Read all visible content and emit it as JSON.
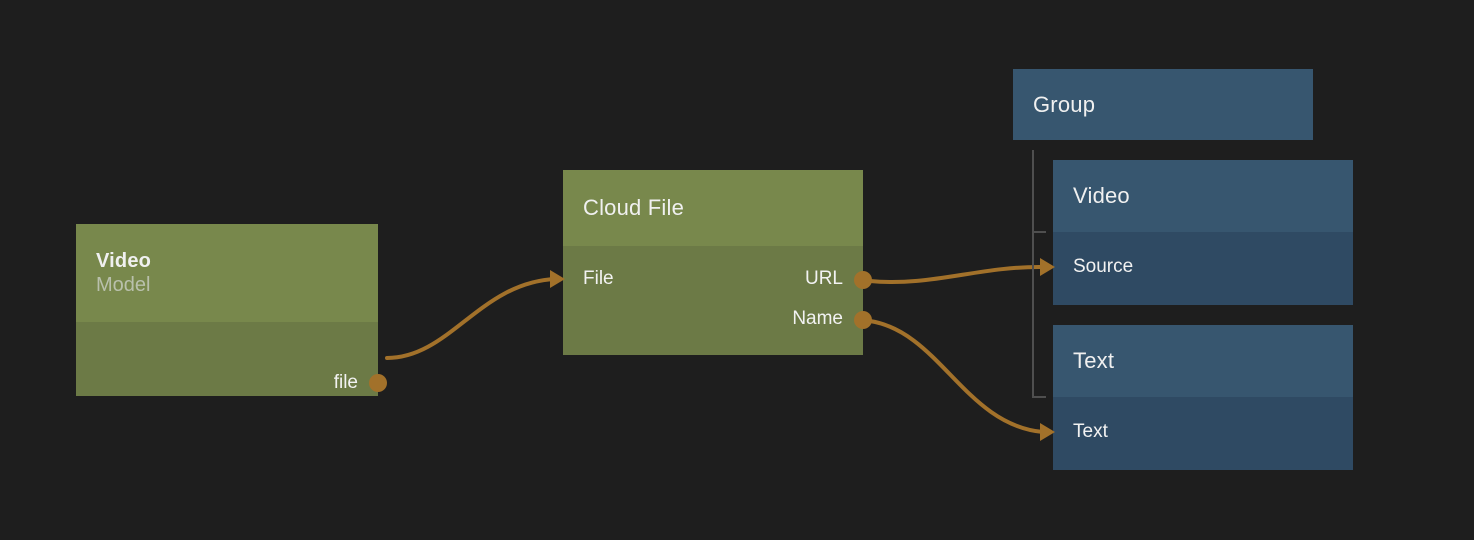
{
  "canvas": {
    "background": "#1e1e1e",
    "wire_color": "#a2712a",
    "group_line_color": "#4f4f4f"
  },
  "palette": {
    "green_header": "#78884c",
    "green_body": "#6c7a46",
    "blue_header": "#37566f",
    "blue_body": "#2f4a63",
    "port": "#a2712a",
    "text": "#f0f0f0",
    "subtext": "#b9c0ac"
  },
  "nodes": [
    {
      "id": "video-model",
      "kind": "green",
      "title": "Video",
      "subtitle": "Model",
      "outputs": [
        {
          "label": "file"
        }
      ],
      "inputs": []
    },
    {
      "id": "cloud-file",
      "kind": "green",
      "title": "Cloud File",
      "subtitle": "",
      "inputs": [
        {
          "label": "File"
        }
      ],
      "outputs": [
        {
          "label": "URL"
        },
        {
          "label": "Name"
        }
      ]
    },
    {
      "id": "group",
      "kind": "blue",
      "title": "Group",
      "subtitle": "",
      "inputs": [],
      "outputs": []
    },
    {
      "id": "video-scene",
      "kind": "blue",
      "title": "Video",
      "subtitle": "",
      "inputs": [
        {
          "label": "Source"
        }
      ],
      "outputs": []
    },
    {
      "id": "text-scene",
      "kind": "blue",
      "title": "Text",
      "subtitle": "",
      "inputs": [
        {
          "label": "Text"
        }
      ],
      "outputs": []
    }
  ],
  "connections": [
    {
      "id": "file-to-file",
      "from": "video-model.file",
      "to": "cloud-file.File"
    },
    {
      "id": "url-to-source",
      "from": "cloud-file.URL",
      "to": "video-scene.Source"
    },
    {
      "id": "name-to-text",
      "from": "cloud-file.Name",
      "to": "text-scene.Text"
    }
  ],
  "group_children": [
    "video-scene",
    "text-scene"
  ]
}
